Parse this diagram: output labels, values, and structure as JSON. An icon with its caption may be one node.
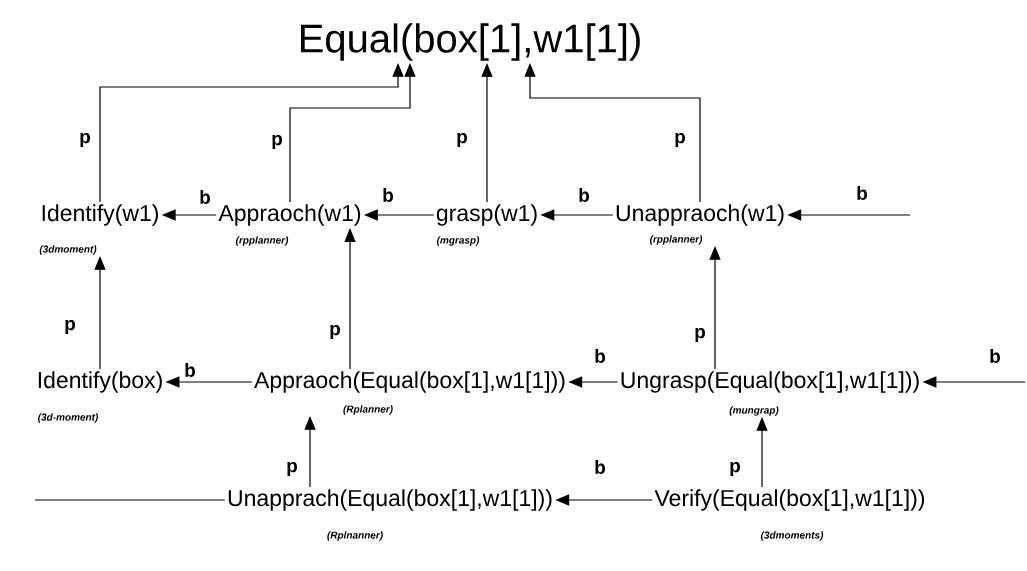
{
  "diagram": {
    "nodes": [
      {
        "text": [
          "Equal(box[1],w1[1])"
        ]
      },
      {
        "text": [
          "Identify(w1)"
        ],
        "beside": [
          "(3dmoment)"
        ]
      },
      {
        "text": [
          "Appraoch(w1)"
        ],
        "beside": [
          "(rpplanner)"
        ]
      },
      {
        "text": [
          "grasp(w1)"
        ],
        "beside": [
          "(mgrasp)"
        ]
      },
      {
        "text": [
          "Unappraoch(w1)"
        ],
        "beside": [
          "(rpplanner)"
        ]
      },
      {
        "text": [
          "Identify(box)"
        ],
        "beside": [
          "(3d-moment)"
        ]
      },
      {
        "text": [
          "Appraoch(Equal(box[1],w1[1]))"
        ],
        "beside": [
          "(Rplanner)"
        ]
      },
      {
        "text": [
          "Ungrasp(Equal(box[1],w1[1]))"
        ],
        "beside": [
          "(mungrap)"
        ]
      },
      {
        "text": [
          "Unapprach(Equal(box[1],w1[1]))"
        ],
        "beside": [
          "(Rplnanner)"
        ]
      },
      {
        "text": [
          "Verify(Equal(box[1],w1[1]))"
        ],
        "beside": [
          "(3dmoments)"
        ]
      }
    ],
    "edges": [
      {
        "from": 1,
        "to": 0,
        "arrow": "to",
        "label": "p"
      },
      {
        "from": 2,
        "to": 0,
        "arrow": "to",
        "label": "p"
      },
      {
        "from": 3,
        "to": 0,
        "arrow": "to",
        "label": "p"
      },
      {
        "from": 4,
        "to": 0,
        "arrow": "to",
        "label": "p"
      },
      {
        "from": 2,
        "to": 1,
        "arrow": "to",
        "label": "b"
      },
      {
        "from": 3,
        "to": 2,
        "arrow": "to",
        "label": "b"
      },
      {
        "from": 4,
        "to": 3,
        "arrow": "to",
        "label": "b"
      },
      {
        "from": null,
        "to": 4,
        "arrow": "to",
        "label": "b"
      },
      {
        "from": 5,
        "to": 1,
        "arrow": "to",
        "label": "p"
      },
      {
        "from": 6,
        "to": 2,
        "arrow": "to",
        "label": "p"
      },
      {
        "from": 7,
        "to": 4,
        "arrow": "to",
        "label": "p"
      },
      {
        "from": 6,
        "to": 5,
        "arrow": "to",
        "label": "b"
      },
      {
        "from": 7,
        "to": 6,
        "arrow": "to",
        "label": "b"
      },
      {
        "from": null,
        "to": 7,
        "arrow": "to",
        "label": "b"
      },
      {
        "from": 8,
        "to": 6,
        "arrow": "to",
        "label": "p"
      },
      {
        "from": 9,
        "to": 7,
        "arrow": "to",
        "label": "p"
      },
      {
        "from": 9,
        "to": 8,
        "arrow": "to",
        "label": "b"
      },
      {
        "from": 8,
        "to": null,
        "arrow": "none"
      }
    ]
  }
}
